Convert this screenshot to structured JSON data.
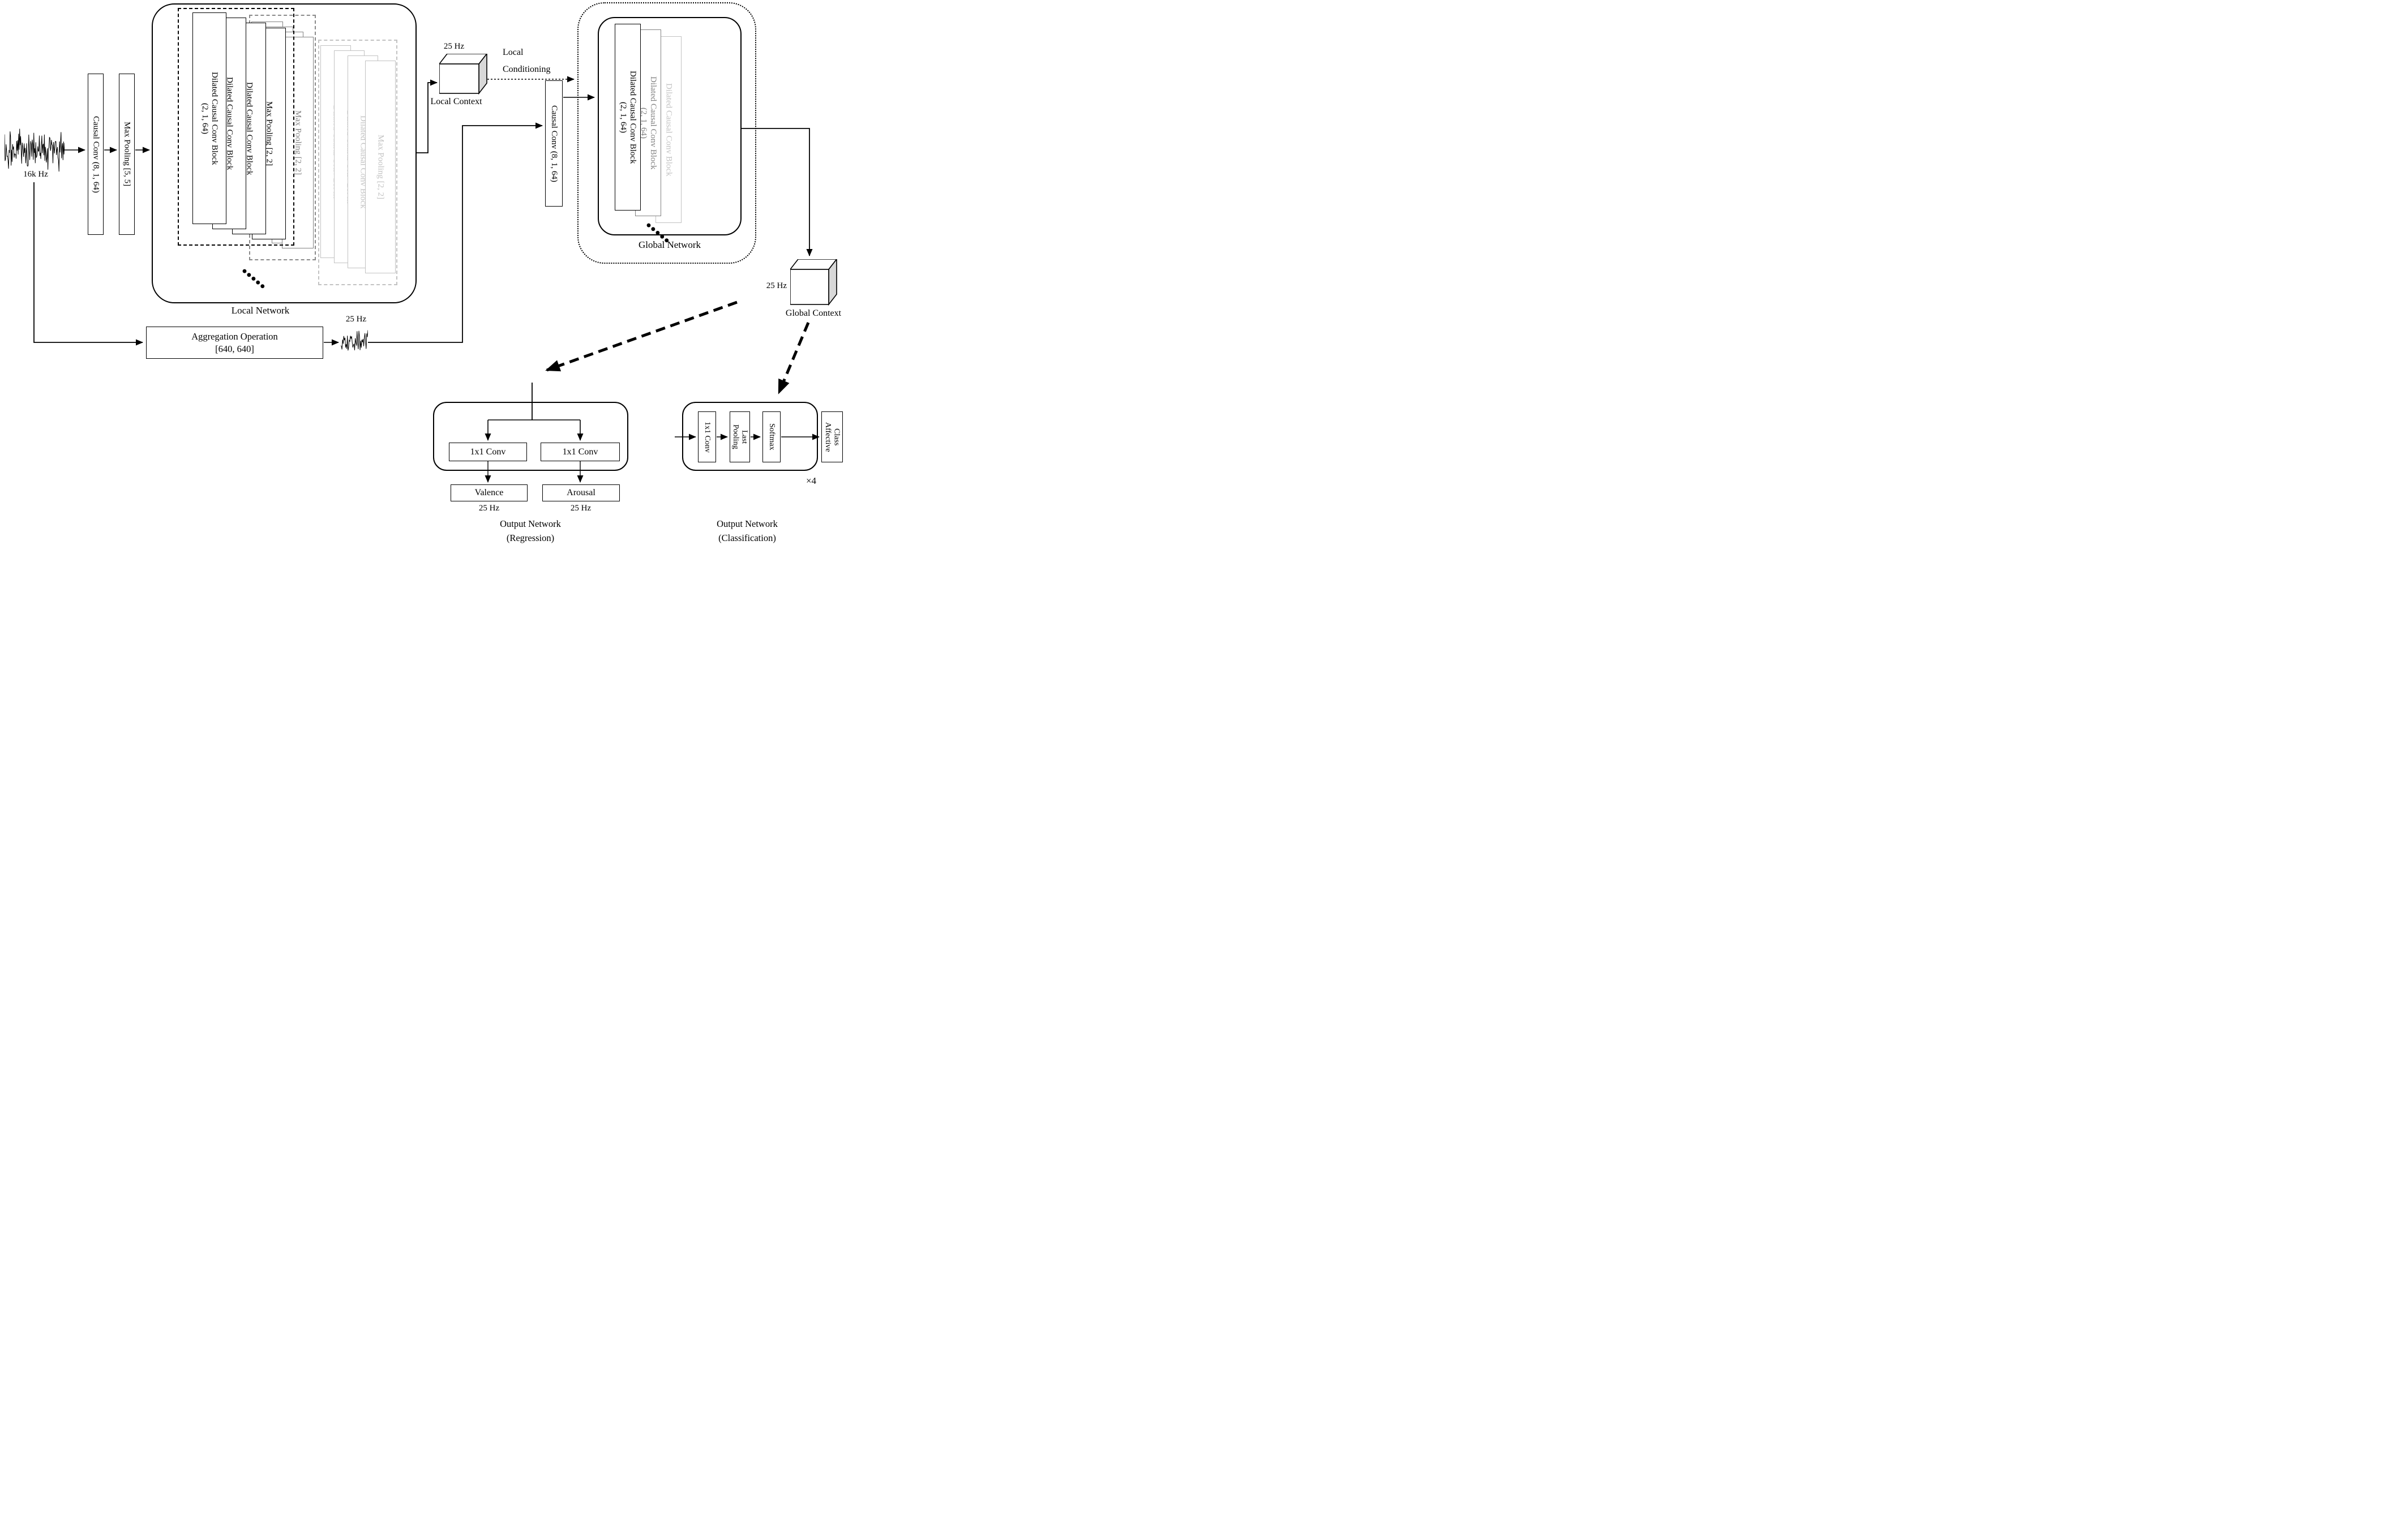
{
  "input": {
    "rate_label": "16k Hz"
  },
  "preprocess": {
    "causal_conv": "Causal Conv (8, 1, 64)",
    "max_pooling": "Max Pooling [5, 5]"
  },
  "local_network": {
    "label": "Local Network",
    "ellipsis": "●●●●●",
    "repeat_groups": [
      {
        "tone": "black",
        "blocks": [
          "Dilated Causal Conv Block\n(2, 1, 64)",
          "Dilated Causal Conv Block",
          "Dilated Causal Conv Block",
          "Max Pooling [2, 2]"
        ]
      },
      {
        "tone": "medium",
        "blocks": [
          "Dilated Causal Conv Block",
          "Dilated Causal Conv Block",
          "Dilated Causal Conv Block",
          "Max Pooling [2, 2]"
        ]
      },
      {
        "tone": "light",
        "blocks": [
          "Dilated Causal Conv Block",
          "Dilated Causal Conv Block",
          "Dilated Causal Conv Block",
          "Max Pooling [2, 2]"
        ]
      }
    ]
  },
  "local_context": {
    "rate": "25 Hz",
    "label": "Local Context"
  },
  "conditioning": {
    "line1": "Local",
    "line2": "Conditioning"
  },
  "global_branch": {
    "causal_conv": "Causal Conv (8, 1, 64)"
  },
  "global_network": {
    "label": "Global Network",
    "ellipsis": "●●●●●",
    "blocks": [
      "Dilated Causal Conv Block\n(2, 1, 64)",
      "Dilated Causal Conv Block\n(2, 1, 64)",
      "Dilated Causal Conv Block"
    ]
  },
  "global_context": {
    "rate": "25 Hz",
    "label": "Global Context"
  },
  "aggregation": {
    "line1": "Aggregation Operation",
    "line2": "[640, 640]",
    "rate": "25 Hz"
  },
  "regression": {
    "conv_left": "1x1 Conv",
    "conv_right": "1x1 Conv",
    "valence": "Valence",
    "arousal": "Arousal",
    "valence_rate": "25 Hz",
    "arousal_rate": "25 Hz",
    "label1": "Output Network",
    "label2": "(Regression)"
  },
  "classification": {
    "conv": "1x1 Conv",
    "pooling": "Last\nPooling",
    "softmax": "Softmax",
    "affective": "Affective\nClass",
    "times": "×4",
    "label1": "Output Network",
    "label2": "(Classification)"
  }
}
